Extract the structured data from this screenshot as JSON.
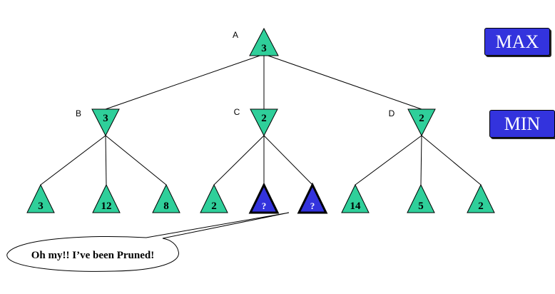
{
  "colors": {
    "node_fill": "#2fcf9a",
    "pruned_fill": "#3333dd",
    "legend_fill": "#3333dd"
  },
  "legend": {
    "max_label": "MAX",
    "min_label": "MIN"
  },
  "root": {
    "name": "A",
    "value": "3"
  },
  "min_nodes": [
    {
      "name": "B",
      "value": "3"
    },
    {
      "name": "C",
      "value": "2"
    },
    {
      "name": "D",
      "value": "2"
    }
  ],
  "leaves": [
    {
      "value": "3",
      "pruned": false
    },
    {
      "value": "12",
      "pruned": false
    },
    {
      "value": "8",
      "pruned": false
    },
    {
      "value": "2",
      "pruned": false
    },
    {
      "value": "?",
      "pruned": true
    },
    {
      "value": "?",
      "pruned": true
    },
    {
      "value": "14",
      "pruned": false
    },
    {
      "value": "5",
      "pruned": false
    },
    {
      "value": "2",
      "pruned": false
    }
  ],
  "callout": {
    "text": "Oh my!! I’ve been Pruned!"
  }
}
